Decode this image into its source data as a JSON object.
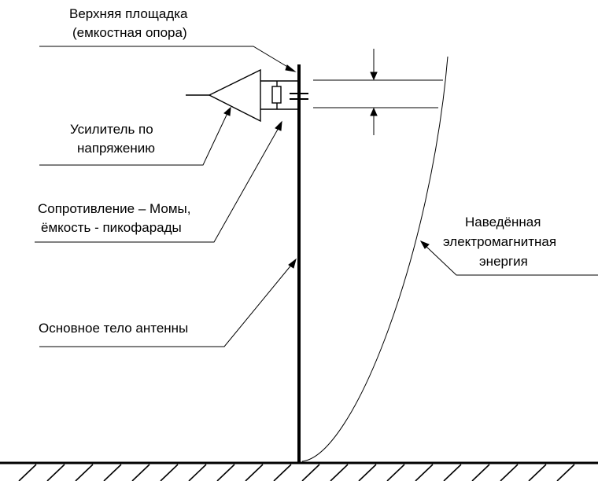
{
  "labels": {
    "top_plate_line1": "Верхняя площадка",
    "top_plate_line2": "(емкостная опора)",
    "amplifier_line1": "Усилитель по",
    "amplifier_line2": "напряжению",
    "resistance_line1": "Сопротивление – Момы,",
    "resistance_line2": "ёмкость - пикофарады",
    "body": "Основное тело антенны",
    "energy_line1": "Наведённая",
    "energy_line2": "электромагнитная",
    "energy_line3": "энергия"
  },
  "colors": {
    "ink": "#000000",
    "background": "#ffffff"
  }
}
